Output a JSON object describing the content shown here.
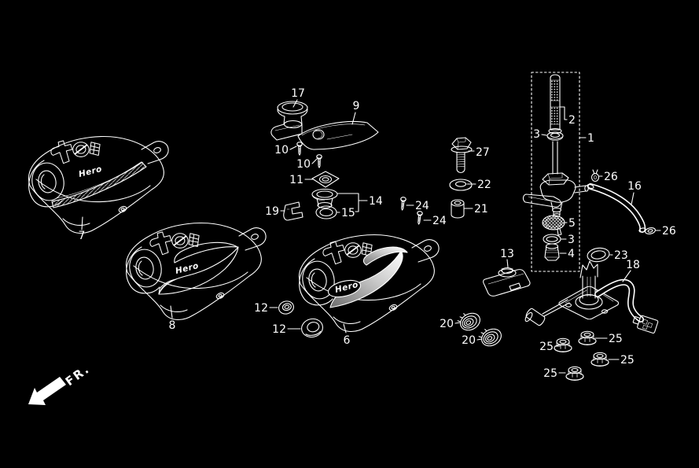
{
  "diagram": {
    "background_color": "#000000",
    "line_color": "#ffffff",
    "fr_label": "FR.",
    "hero_logo": "Hero",
    "callouts": {
      "c1": "1",
      "c2": "2",
      "c3a": "3",
      "c3b": "3",
      "c4": "4",
      "c5": "5",
      "c6": "6",
      "c7": "7",
      "c8": "8",
      "c9": "9",
      "c10a": "10",
      "c10b": "10",
      "c11": "11",
      "c12a": "12",
      "c12b": "12",
      "c13": "13",
      "c14": "14",
      "c15": "15",
      "c16": "16",
      "c17": "17",
      "c18": "18",
      "c19": "19",
      "c20a": "20",
      "c20b": "20",
      "c21": "21",
      "c22": "22",
      "c23": "23",
      "c24a": "24",
      "c24b": "24",
      "c25a": "25",
      "c25b": "25",
      "c25c": "25",
      "c25d": "25",
      "c26a": "26",
      "c26b": "26",
      "c27": "27"
    }
  }
}
